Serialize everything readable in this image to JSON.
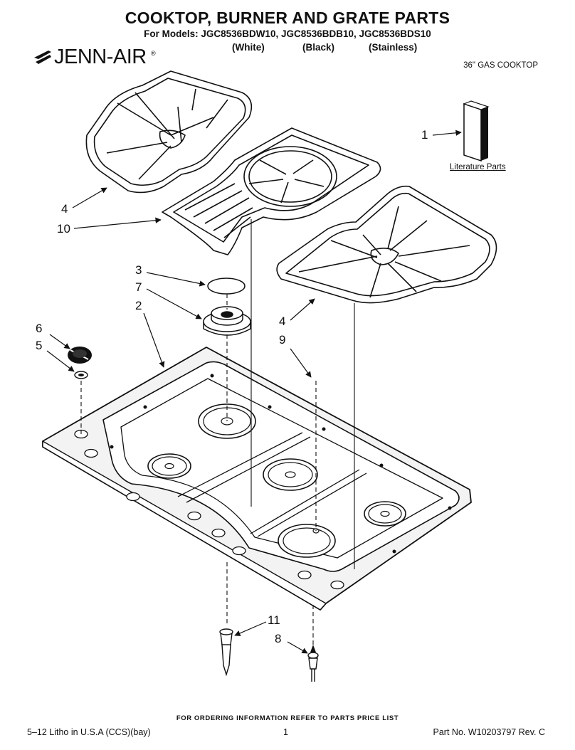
{
  "header": {
    "title": "COOKTOP, BURNER AND GRATE PARTS",
    "models": "For Models: JGC8536BDW10, JGC8536BDB10, JGC8536BDS10",
    "variants": [
      "(White)",
      "(Black)",
      "(Stainless)"
    ],
    "brand": "JENN-AIR",
    "brand_mark": "®",
    "cooktop_type": "36\" GAS COOKTOP"
  },
  "literature_label": "Literature Parts",
  "callouts": [
    "1",
    "4",
    "10",
    "3",
    "7",
    "2",
    "6",
    "5",
    "4",
    "9",
    "11",
    "8"
  ],
  "footer": {
    "order_info": "FOR ORDERING INFORMATION REFER TO PARTS PRICE LIST",
    "litho": "5–12 Litho in U.S.A (CCS)(bay)",
    "page": "1",
    "part_no": "Part No. W10203797 Rev. C"
  },
  "colors": {
    "ink": "#111111",
    "paper": "#ffffff",
    "surface": "#f3f3f3"
  }
}
